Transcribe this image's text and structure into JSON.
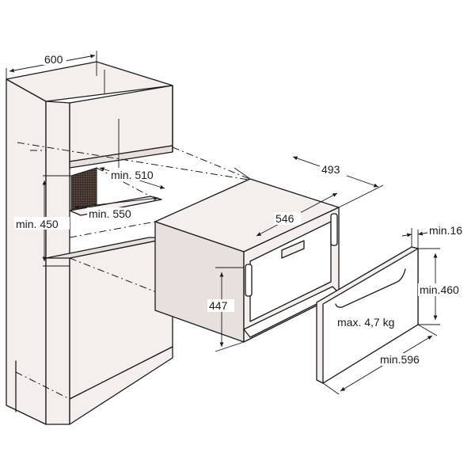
{
  "labels": {
    "cabinet_width": "600",
    "niche_depth": "min. 510",
    "niche_height": "min. 450",
    "niche_width": "min. 550",
    "drawer_depth": "493",
    "drawer_width": "546",
    "drawer_height": "447",
    "front_thickness": "min.16",
    "front_height": "min.460",
    "front_width": "min.596",
    "front_weight": "max. 4,7 kg"
  },
  "colors": {
    "line": "#1a1a1a",
    "panel_fill": "#f4efec",
    "niche_fill": "#3a2d28"
  }
}
